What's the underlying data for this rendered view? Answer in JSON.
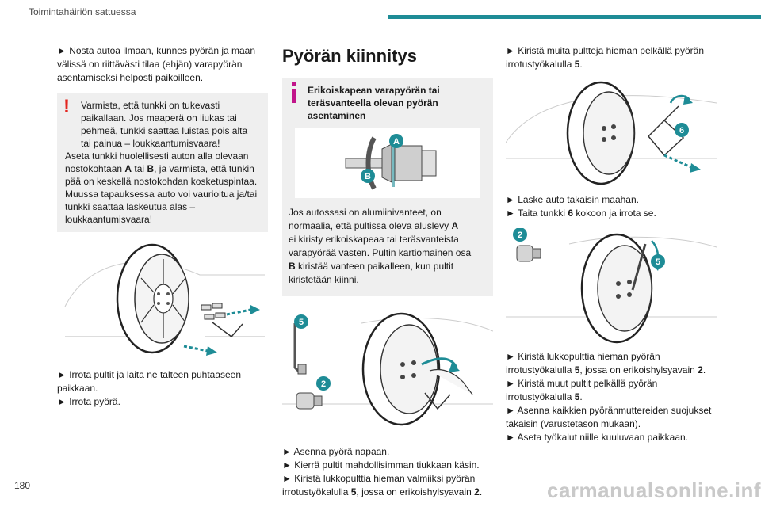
{
  "header": {
    "section": "Toimintahäiriön sattuessa"
  },
  "page_number": "180",
  "watermark": "carmanualsonline.info",
  "col1": {
    "intro": "► Nosta autoa ilmaan, kunnes pyörän ja maan välissä on riittävästi tilaa (ehjän) varapyörän asentamiseksi helposti paikoilleen.",
    "warning": {
      "l1": "Varmista, että tunkki on tukevasti",
      "l2": "paikallaan. Jos maaperä on liukas tai pehmeä, tunkki saattaa luistaa pois alta tai painua – loukkaantumisvaara!",
      "l3": "Aseta tunkki huolellisesti auton alla olevaan nostokohtaan",
      "a": "A",
      "tai": "tai",
      "b": "B",
      "l4": ", ja varmista, että tunkin pää on keskellä nostokohdan kosketuspintaa. Muussa tapauksessa auto voi vaurioitua ja/tai tunkki saattaa laskeutua alas – loukkaantumisvaara!"
    },
    "step1": "► Irrota pultit ja laita ne talteen puhtaaseen paikkaan.",
    "step2": "► Irrota pyörä."
  },
  "col2": {
    "heading": "Pyörän kiinnitys",
    "info": {
      "title": "Erikoiskapean varapyörän tai teräsvanteella olevan pyörän asentaminen",
      "label_a": "A",
      "label_b": "B",
      "t1": "Jos autossasi on alumiinivanteet, on normaalia, että pultissa oleva aluslevy",
      "a": "A",
      "t2": "ei kiristy erikoiskapeaa tai teräsvanteista varapyörää vasten. Pultin kartiomainen osa",
      "b": "B",
      "t3": "kiristää vanteen paikalleen, kun pultit kiristetään kiinni."
    },
    "tool_5": "5",
    "tool_2": "2",
    "s1": "► Asenna pyörä napaan.",
    "s2": "► Kierrä pultit mahdollisimman tiukkaan käsin.",
    "s3": "► Kiristä lukkopulttia hieman valmiiksi pyörän irrotustyökalulla",
    "s3_n5": "5",
    "s3_mid": ", jossa on erikoishylsyavain",
    "s3_n2": "2",
    "dot": "."
  },
  "col3": {
    "s1": "► Kiristä muita pultteja hieman pelkällä pyörän irrotustyökalulla",
    "s1_n": "5",
    "jack_6": "6",
    "s2": "► Laske auto takaisin maahan.",
    "s3a": "► Taita tunkki",
    "s3_n": "6",
    "s3b": "kokoon ja irrota se.",
    "tool_2": "2",
    "tool_5": "5",
    "s4": "► Kiristä lukkopulttia hieman pyörän irrotustyökalulla",
    "s4_n5": "5",
    "s4_mid": ", jossa on erikoishylsyavain",
    "s4_n2": "2",
    "s5": "► Kiristä muut pultit pelkällä pyörän irrotustyökalulla",
    "s5_n": "5",
    "s6": "► Asenna kaikkien pyöränmuttereiden suojukset takaisin (varustetason mukaan).",
    "s7": "► Aseta työkalut niille kuuluvaan paikkaan.",
    "dot": "."
  },
  "colors": {
    "accent": "#1e8c96",
    "warning": "#e3251f",
    "info": "#c1158a",
    "callout": "#1e8c96"
  }
}
